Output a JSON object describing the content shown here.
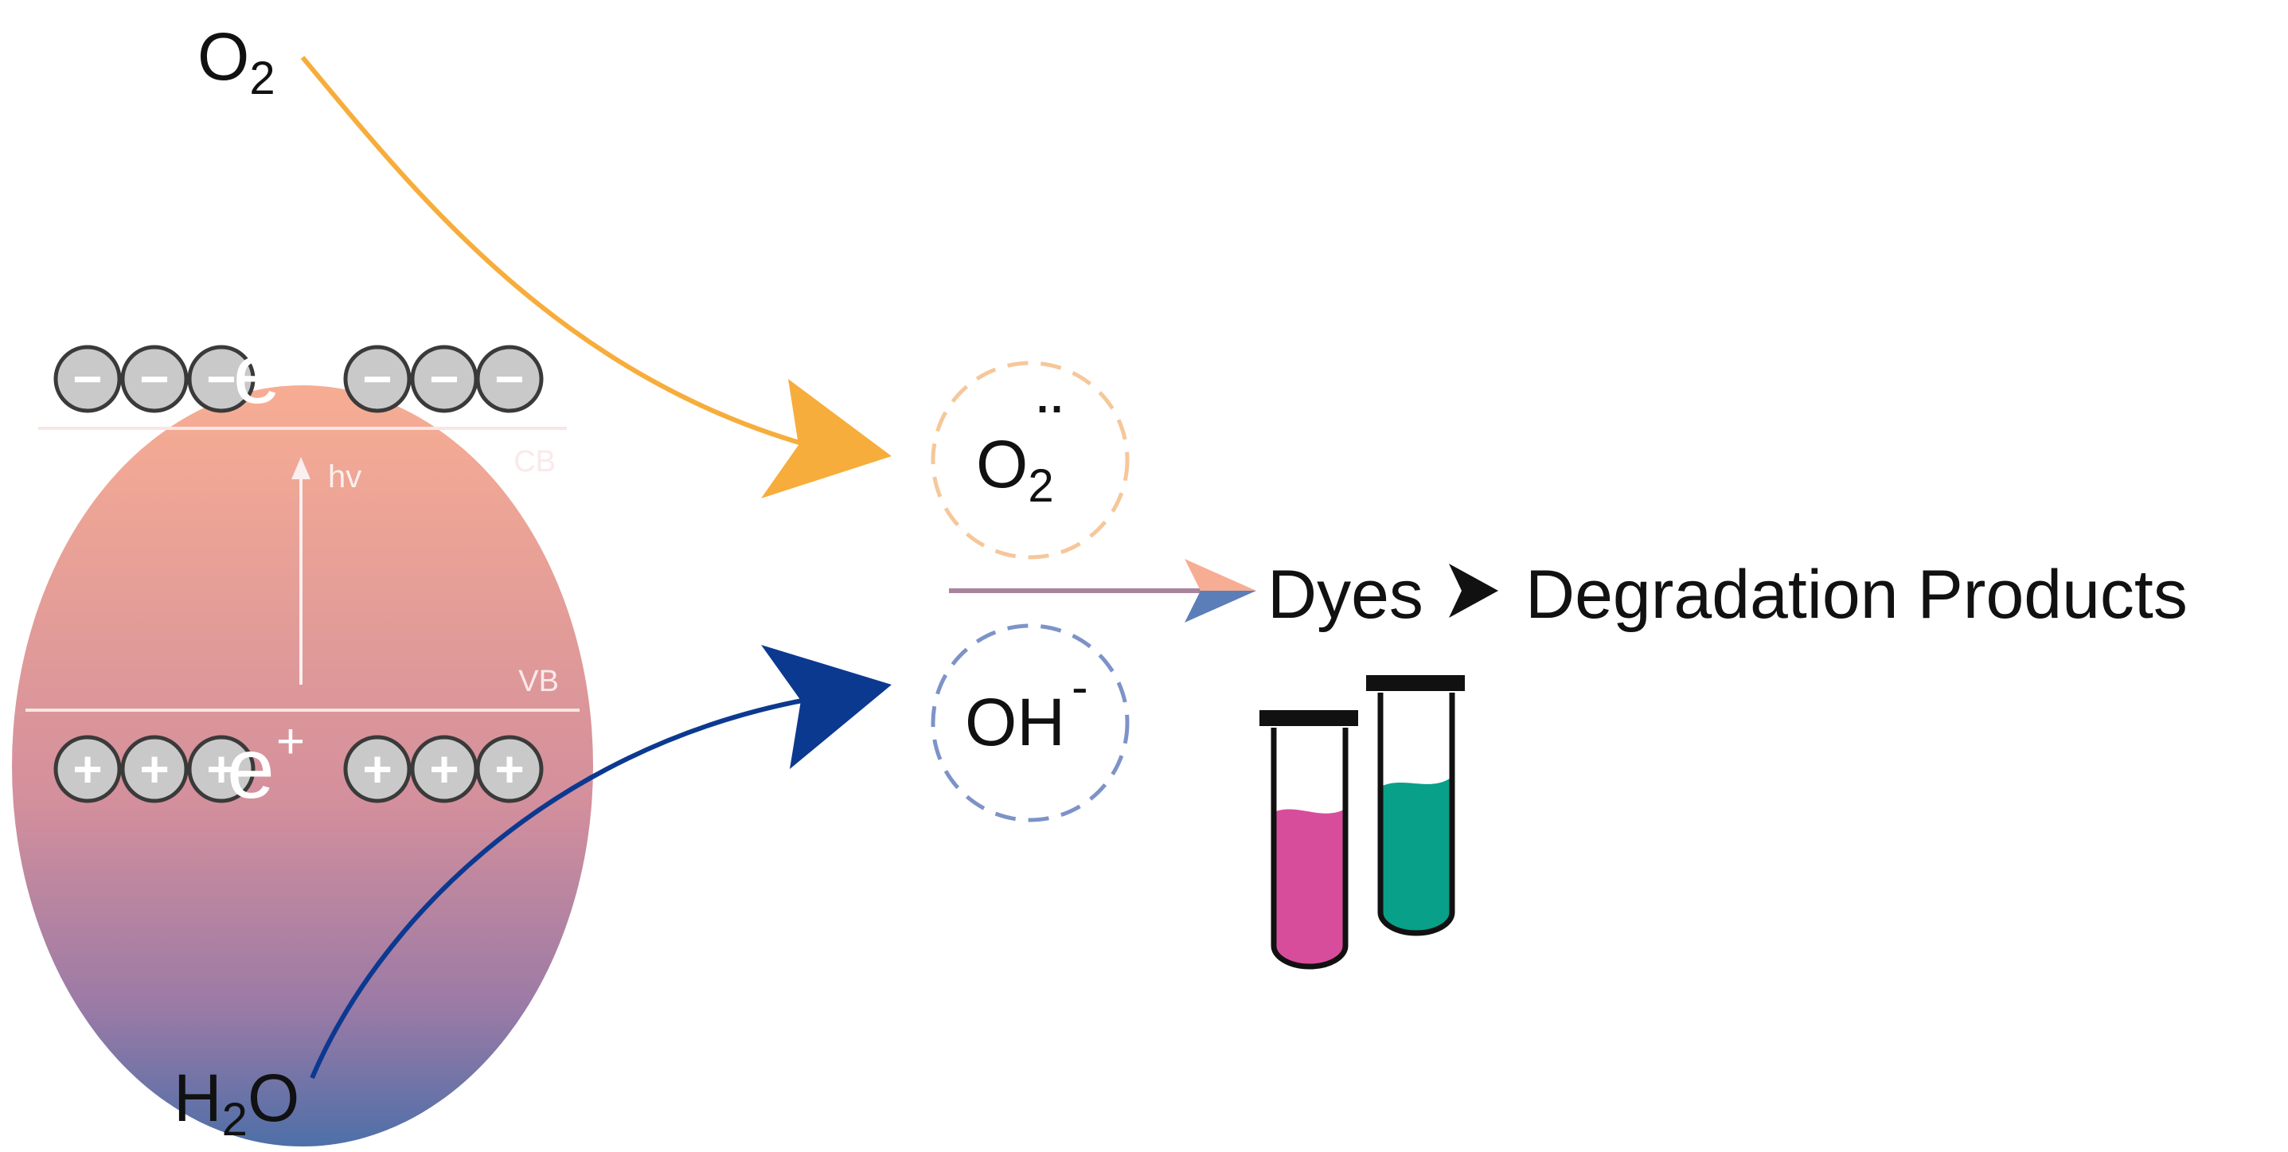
{
  "reactants": {
    "oxygen": "O",
    "oxygen_subscript": "2",
    "water_h": "H",
    "water_subscript": "2",
    "water_o": "O"
  },
  "particle": {
    "electron_label": "e",
    "electron_charge": "-",
    "hole_label": "e",
    "hole_charge": "+",
    "electron_symbol": "−",
    "hole_symbol": "+",
    "cb_label": "CB",
    "vb_label": "VB",
    "excitation_label": "hv"
  },
  "radicals": {
    "superoxide": "O",
    "superoxide_subscript": "2",
    "superoxide_dots": "··",
    "hydroxide": "OH",
    "hydroxide_charge": "-"
  },
  "products": {
    "dyes": "Dyes",
    "degradation": "Degradation Products"
  },
  "colors": {
    "particle_top": "#f7ad93",
    "particle_mid": "#d38f9c",
    "particle_bottom": "#4e6fa8",
    "oxygen_arrow": "#f7ad3b",
    "water_arrow": "#0c3990",
    "superoxide_circle": "#f6c79a",
    "hydroxide_circle": "#7d93c8",
    "pink_dye": "#d84d9b",
    "green_dye": "#08a088",
    "charge_bead": "#c9c9c9"
  }
}
